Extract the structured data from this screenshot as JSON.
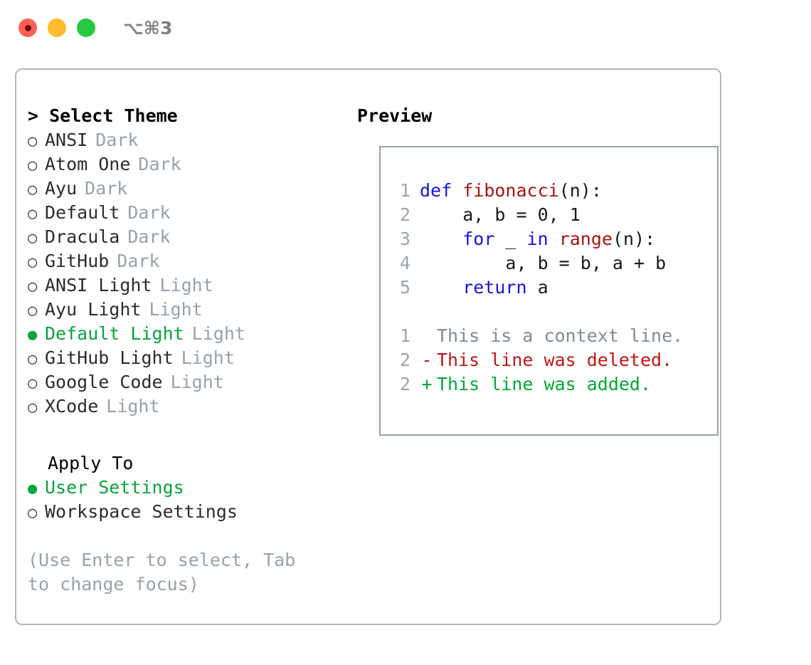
{
  "titlebar": {
    "shortcut": "⌥⌘3",
    "buttons": [
      {
        "name": "close",
        "color": "#ff5f57"
      },
      {
        "name": "minimize",
        "color": "#febc2e"
      },
      {
        "name": "zoom",
        "color": "#28c840"
      }
    ]
  },
  "theme_picker": {
    "title": "> Select Theme",
    "selected_bullet": "●",
    "unselected_bullet": "○",
    "items": [
      {
        "bullet": "○",
        "label": "ANSI",
        "badge": "Dark",
        "selected": false
      },
      {
        "bullet": "○",
        "label": "Atom One",
        "badge": "Dark",
        "selected": false
      },
      {
        "bullet": "○",
        "label": "Ayu",
        "badge": "Dark",
        "selected": false
      },
      {
        "bullet": "○",
        "label": "Default",
        "badge": "Dark",
        "selected": false
      },
      {
        "bullet": "○",
        "label": "Dracula",
        "badge": "Dark",
        "selected": false
      },
      {
        "bullet": "○",
        "label": "GitHub",
        "badge": "Dark",
        "selected": false
      },
      {
        "bullet": "○",
        "label": "ANSI Light",
        "badge": "Light",
        "selected": false
      },
      {
        "bullet": "○",
        "label": "Ayu Light",
        "badge": "Light",
        "selected": false
      },
      {
        "bullet": "●",
        "label": "Default Light",
        "badge": "Light",
        "selected": true
      },
      {
        "bullet": "○",
        "label": "GitHub Light",
        "badge": "Light",
        "selected": false
      },
      {
        "bullet": "○",
        "label": "Google Code",
        "badge": "Light",
        "selected": false
      },
      {
        "bullet": "○",
        "label": "XCode",
        "badge": "Light",
        "selected": false
      }
    ]
  },
  "apply_to": {
    "header": "Apply To",
    "items": [
      {
        "bullet": "●",
        "label": "User Settings",
        "selected": true
      },
      {
        "bullet": "○",
        "label": "Workspace Settings",
        "selected": false
      }
    ]
  },
  "hint": "(Use Enter to select, Tab to change focus)",
  "preview": {
    "title": "Preview",
    "code_lines": [
      {
        "no": "1",
        "tokens": [
          {
            "t": "def",
            "c": "kw"
          },
          {
            "t": " ",
            "c": "pl"
          },
          {
            "t": "fibonacci",
            "c": "fn"
          },
          {
            "t": "(n):",
            "c": "pl"
          }
        ]
      },
      {
        "no": "2",
        "tokens": [
          {
            "t": "    a, b = 0, 1",
            "c": "pl"
          }
        ]
      },
      {
        "no": "3",
        "tokens": [
          {
            "t": "    ",
            "c": "pl"
          },
          {
            "t": "for",
            "c": "kw"
          },
          {
            "t": " _ ",
            "c": "pl"
          },
          {
            "t": "in",
            "c": "kw"
          },
          {
            "t": " ",
            "c": "pl"
          },
          {
            "t": "range",
            "c": "fn"
          },
          {
            "t": "(n):",
            "c": "pl"
          }
        ]
      },
      {
        "no": "4",
        "tokens": [
          {
            "t": "        a, b = b, a + b",
            "c": "pl"
          }
        ]
      },
      {
        "no": "5",
        "tokens": [
          {
            "t": "    ",
            "c": "pl"
          },
          {
            "t": "return",
            "c": "kw"
          },
          {
            "t": " a",
            "c": "pl"
          }
        ]
      }
    ],
    "diff_lines": [
      {
        "no": "1",
        "sign": " ",
        "text": "This is a context line.",
        "kind": "context"
      },
      {
        "no": "2",
        "sign": "-",
        "text": "This line was deleted.",
        "kind": "deleted"
      },
      {
        "no": "2",
        "sign": "+",
        "text": "This line was added.",
        "kind": "added"
      }
    ]
  },
  "colors": {
    "accent_green": "#0aa33c",
    "muted": "#97a1ad",
    "keyword_blue": "#1414e0",
    "function_red": "#a81414",
    "diff_deleted": "#c01616",
    "diff_added": "#00a832",
    "border": "#aeb7c2"
  }
}
